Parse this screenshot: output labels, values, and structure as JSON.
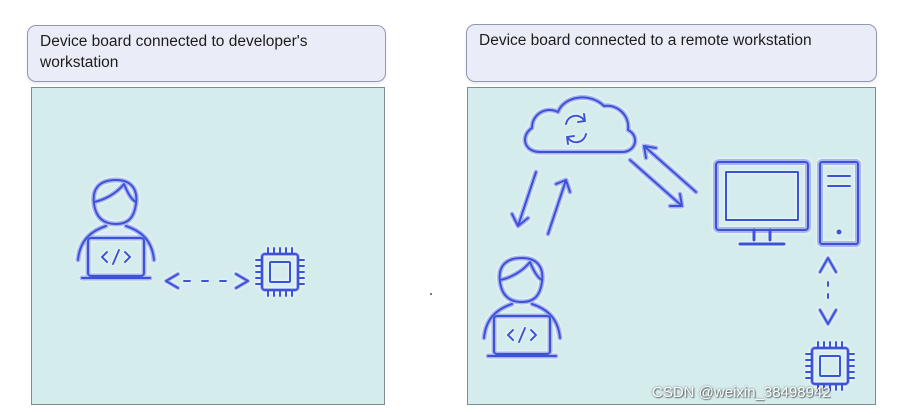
{
  "left_panel": {
    "title": "Device board connected to developer's workstation",
    "icons": [
      "developer-icon",
      "code-icon",
      "bidirectional-arrow-icon",
      "chip-icon"
    ]
  },
  "right_panel": {
    "title": "Device board connected to a remote workstation",
    "icons": [
      "cloud-sync-icon",
      "sync-icon",
      "arrow-pair-icon",
      "desktop-computer-icon",
      "tower-icon",
      "developer-icon",
      "code-icon",
      "chip-icon"
    ]
  },
  "watermark": "CSDN @weixin_38498942",
  "colors": {
    "panel_fill": "#d5eced",
    "header_fill": "#eaedf8",
    "icon_blue": "#3b53d6",
    "icon_glow": "#aab4f3"
  }
}
